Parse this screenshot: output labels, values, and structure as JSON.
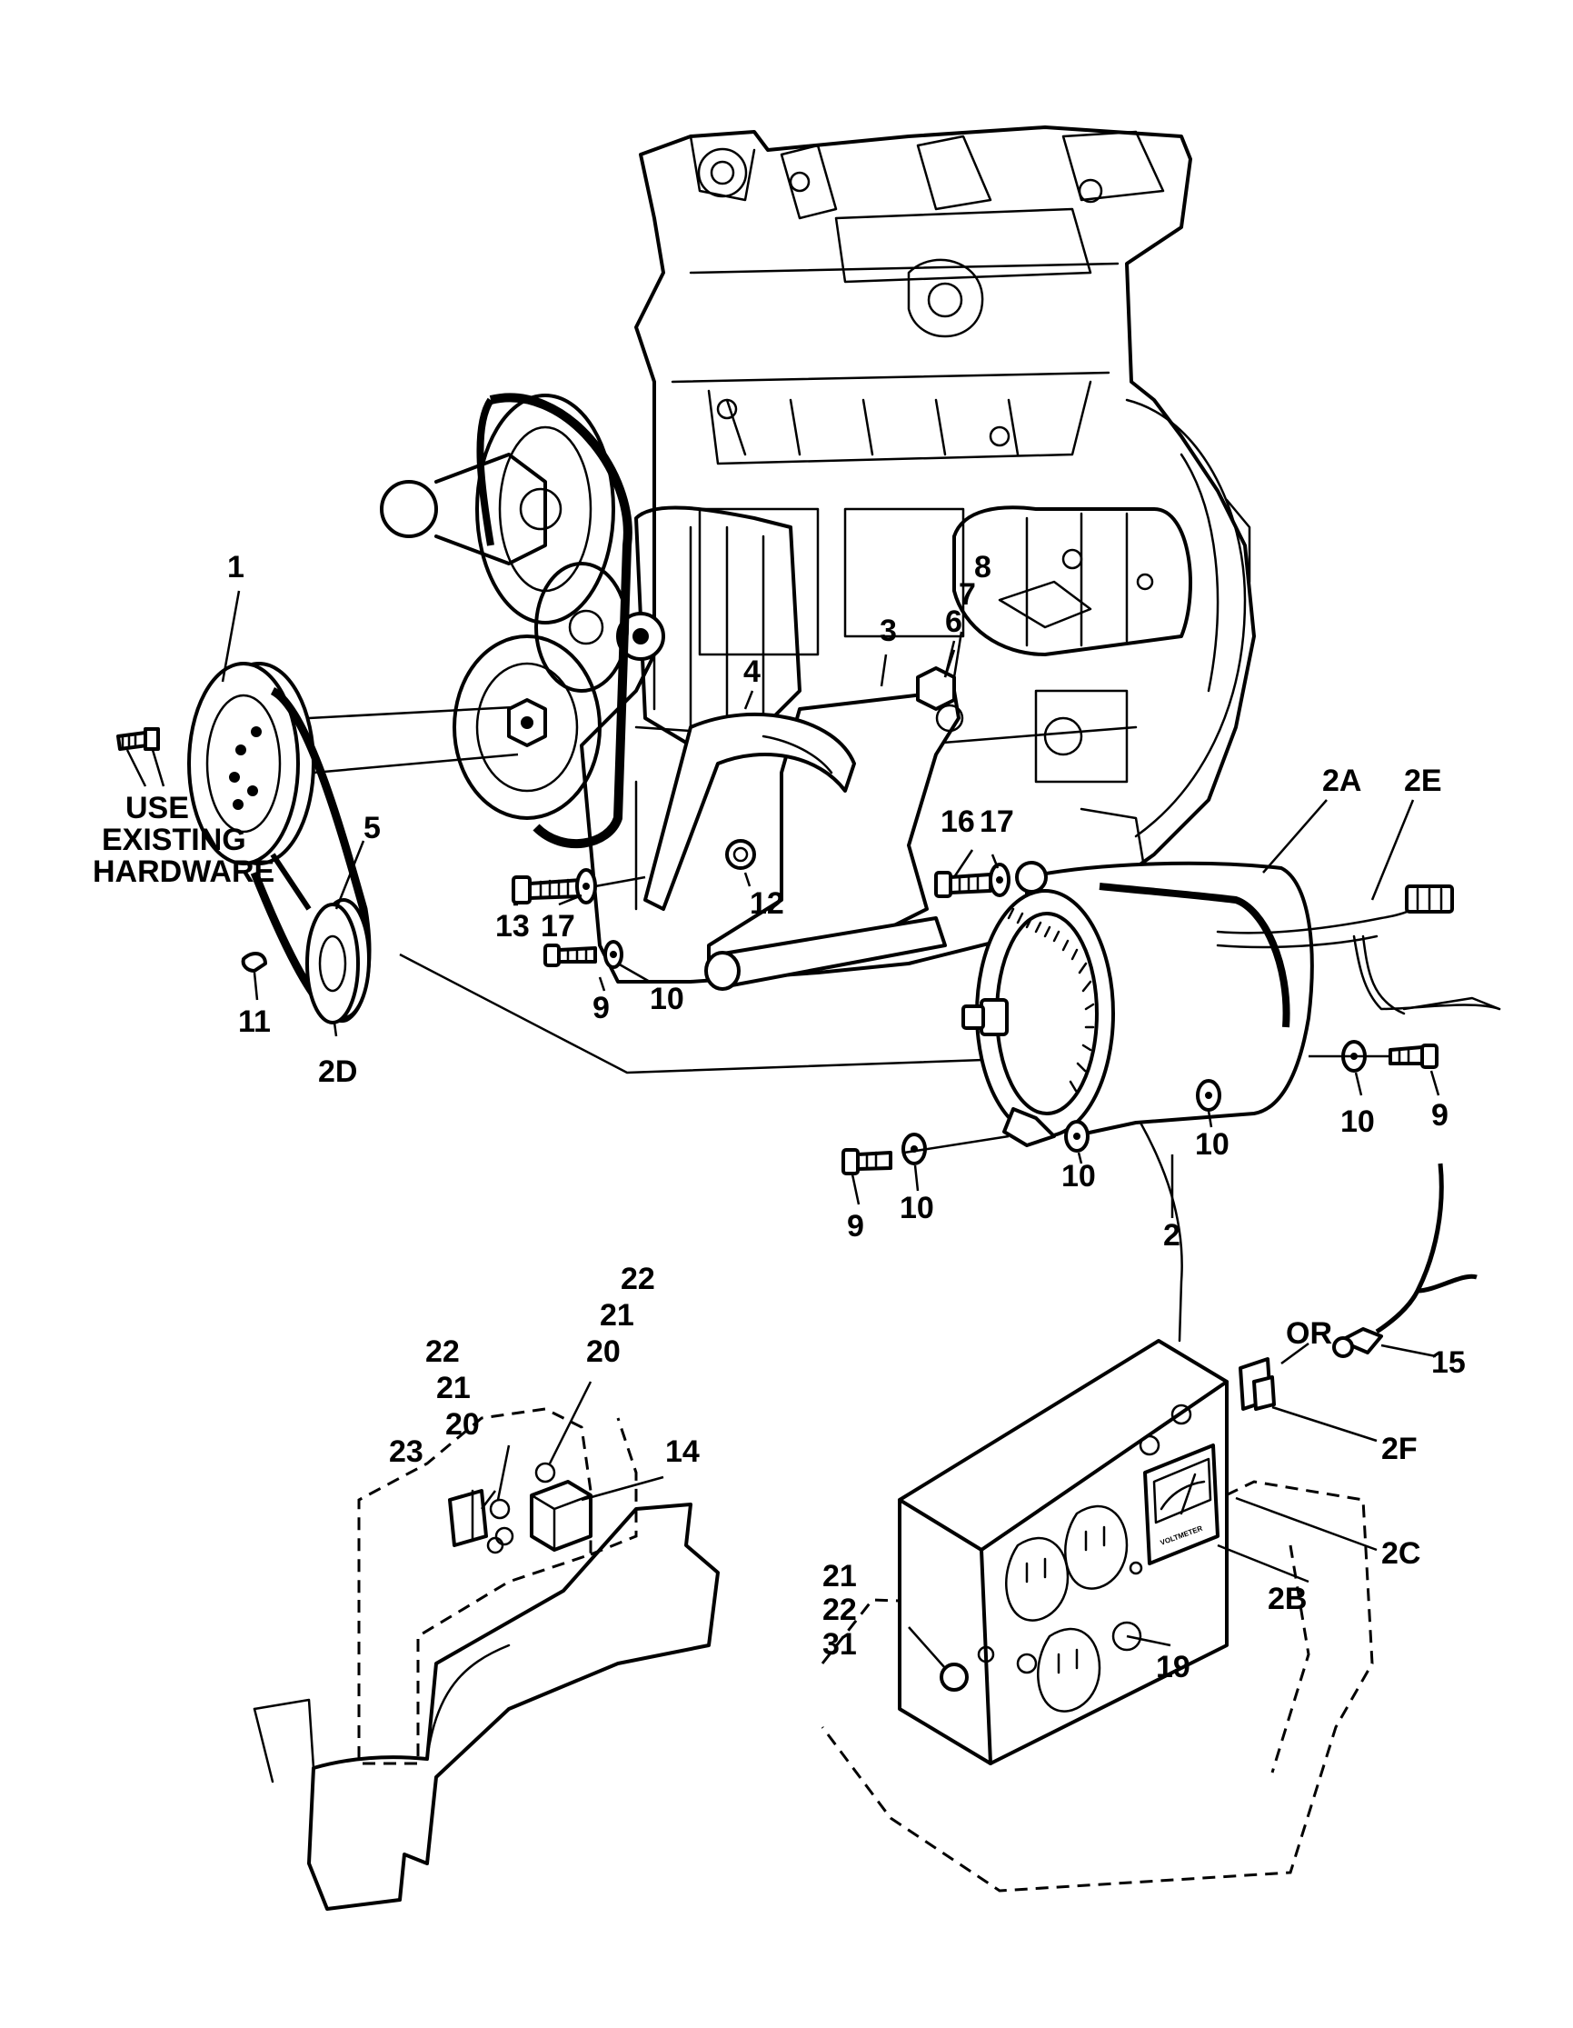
{
  "callouts": {
    "c1": "1",
    "c2": "2",
    "c2a": "2A",
    "c2b": "2B",
    "c2c": "2C",
    "c2d": "2D",
    "c2e": "2E",
    "c2f": "2F",
    "c3": "3",
    "c4": "4",
    "c5": "5",
    "c6": "6",
    "c7": "7",
    "c8": "8",
    "c9_left": "9",
    "c9_right": "9",
    "c9_bottom": "9",
    "c10_left": "10",
    "c10_right": "10",
    "c10_mid1": "10",
    "c10_mid2": "10",
    "c10_bottom": "10",
    "c11": "11",
    "c12": "12",
    "c13": "13",
    "c14": "14",
    "c15": "15",
    "c16": "16",
    "c17_left": "17",
    "c17_right": "17",
    "c19": "19",
    "c20_a": "20",
    "c20_b": "20",
    "c21_a": "21",
    "c21_b": "21",
    "c21_c": "21",
    "c22_a": "22",
    "c22_b": "22",
    "c22_c": "22",
    "c23": "23",
    "c31": "31",
    "or_label": "OR"
  },
  "note": {
    "line1": "USE",
    "line2": "EXISTING",
    "line3": "HARDWARE"
  },
  "meter": {
    "label": "VOLTMETER"
  }
}
